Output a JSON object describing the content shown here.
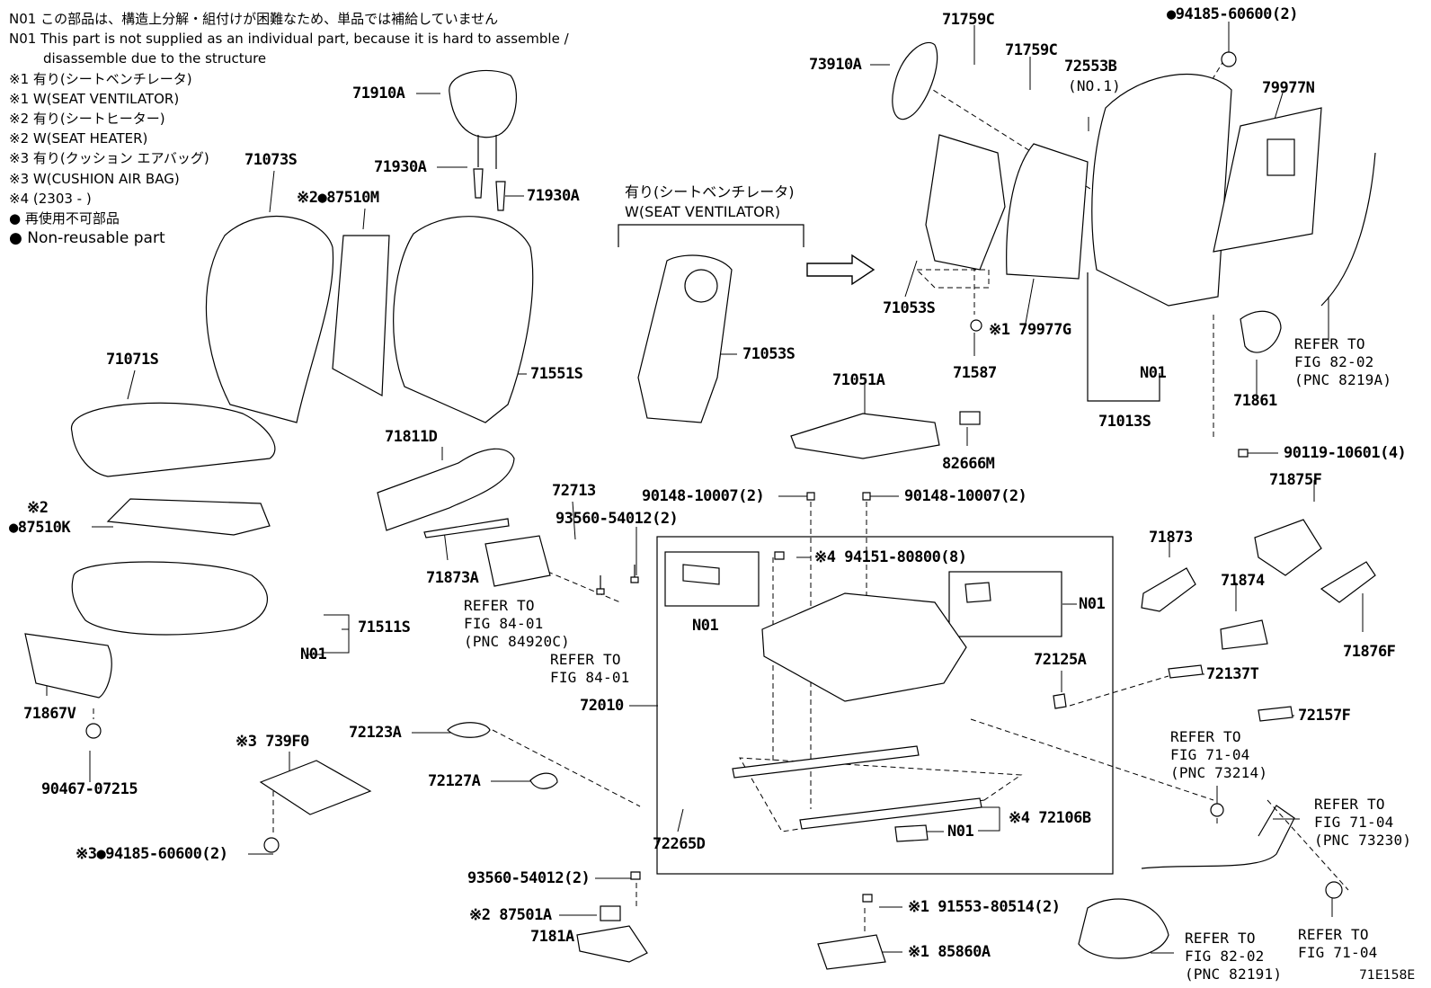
{
  "notes": {
    "line1": "N01 この部品は、構造上分解・組付けが困難なため、単品では補給していません",
    "line2": "N01 This part is not supplied as an individual part, because it is hard to assemble /",
    "line3": "disassemble due to the structure",
    "line4": "※1 有り(シートベンチレータ)",
    "line5": "※1 W(SEAT VENTILATOR)",
    "line6": "※2 有り(シートヒーター)",
    "line7": "※2 W(SEAT HEATER)",
    "line8": "※3 有り(クッション エアバッグ)",
    "line9": "※3 W(CUSHION AIR BAG)",
    "line10": "※4 (2303 -        )",
    "line11": "● 再使用不可部品",
    "line12": "● Non-reusable part"
  },
  "ventilator_group": {
    "jp": "有り(シートベンチレータ)",
    "en": "W(SEAT VENTILATOR)"
  },
  "labels": {
    "p71910A": "71910A",
    "p71930A_a": "71930A",
    "p71930A_b": "71930A",
    "p71073S": "71073S",
    "p87510M": "※2●87510M",
    "p71071S": "71071S",
    "p71551S": "71551S",
    "p87510K_mark": "※2",
    "p87510K": "●87510K",
    "p71811D": "71811D",
    "p71873A": "71873A",
    "p72713": "72713",
    "p93560_a": "93560-54012(2)",
    "p71511S": "71511S",
    "n01_a": "N01",
    "p71867V": "71867V",
    "p90467": "90467-07215",
    "p739F0": "※3 739F0",
    "p94185_b": "※3●94185-60600(2)",
    "p72123A": "72123A",
    "p72127A": "72127A",
    "p72010": "72010",
    "p72265D": "72265D",
    "p93560_b": "93560-54012(2)",
    "p87501A": "※2 87501A",
    "p7181A": "7181A",
    "p71053S_a": "71053S",
    "p73910A": "73910A",
    "p71759C_a": "71759C",
    "p71759C_b": "71759C",
    "p72553B": "72553B",
    "p72553B_no": "(NO.1)",
    "p94185_a": "●94185-60600(2)",
    "p79977N": "79977N",
    "p71053S_b": "71053S",
    "p79977G": "※1 79977G",
    "p71587": "71587",
    "n01_b": "N01",
    "p71013S": "71013S",
    "p71861": "71861",
    "p90119": "90119-10601(4)",
    "p71051A": "71051A",
    "p82666M": "82666M",
    "p90148_a": "90148-10007(2)",
    "p90148_b": "90148-10007(2)",
    "p94151": "※4 94151-80800(8)",
    "n01_c": "N01",
    "n01_d": "N01",
    "p72125A": "72125A",
    "p72137T": "72137T",
    "p72157F": "72157F",
    "n01_e": "N01",
    "p72106B": "※4 72106B",
    "p91553": "※1 91553-80514(2)",
    "p85860A": "※1 85860A",
    "p71875F": "71875F",
    "p71873": "71873",
    "p71874": "71874",
    "p71876F": "71876F",
    "fig_id": "71E158E"
  },
  "refs": {
    "r84920": "REFER TO\nFIG 84-01\n(PNC 84920C)",
    "r8401": "REFER TO\nFIG 84-01",
    "r8219A": "REFER TO\nFIG 82-02\n(PNC 8219A)",
    "r73214": "REFER TO\nFIG 71-04\n(PNC 73214)",
    "r73230": "REFER TO\nFIG 71-04\n(PNC 73230)",
    "r82191": "REFER TO\nFIG 82-02\n(PNC 82191)",
    "r7104": "REFER TO\nFIG 71-04"
  }
}
